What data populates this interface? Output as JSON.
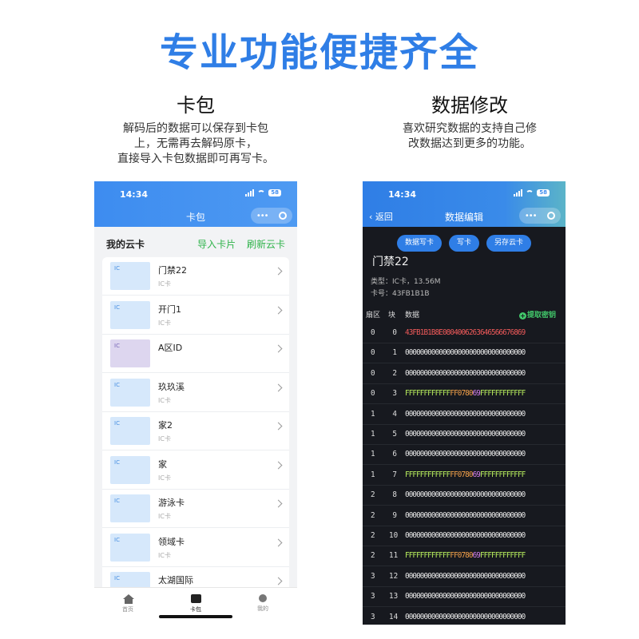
{
  "headline": "专业功能便捷齐全",
  "features": {
    "left": {
      "title": "卡包",
      "desc": [
        "解码后的数据可以保存到卡包",
        "上，无需再去解码原卡，",
        "直接导入卡包数据即可再写卡。"
      ]
    },
    "right": {
      "title": "数据修改",
      "desc": [
        "喜欢研究数据的支持自己修",
        "改数据达到更多的功能。"
      ]
    }
  },
  "phone_wallet": {
    "status_time": "14:34",
    "battery": "58",
    "nav_title": "卡包",
    "capsule_dots": "•••",
    "section_title": "我的云卡",
    "import_link": "导入卡片",
    "refresh_link": "刷新云卡",
    "cards": [
      {
        "thumb": "IC",
        "name": "门禁22",
        "type": "IC卡",
        "tint": "blue"
      },
      {
        "thumb": "IC",
        "name": "开门1",
        "type": "IC卡",
        "tint": "blue"
      },
      {
        "thumb": "IC",
        "name": "A区ID",
        "type": "",
        "tint": "purple"
      },
      {
        "thumb": "IC",
        "name": "玖玖溪",
        "type": "IC卡",
        "tint": "blue"
      },
      {
        "thumb": "IC",
        "name": "家2",
        "type": "IC卡",
        "tint": "blue"
      },
      {
        "thumb": "IC",
        "name": "家",
        "type": "IC卡",
        "tint": "blue"
      },
      {
        "thumb": "IC",
        "name": "游泳卡",
        "type": "IC卡",
        "tint": "blue"
      },
      {
        "thumb": "IC",
        "name": "领域卡",
        "type": "IC卡",
        "tint": "blue"
      },
      {
        "thumb": "IC",
        "name": "太湖国际",
        "type": "",
        "tint": "blue"
      }
    ],
    "tabs": {
      "home": "首页",
      "cards": "卡包",
      "mine": "我的"
    }
  },
  "phone_editor": {
    "status_time": "14:34",
    "battery": "58",
    "back_label": "返回",
    "nav_title": "数据编辑",
    "capsule_dots": "•••",
    "buttons": [
      "数据写卡",
      "写卡",
      "另存云卡"
    ],
    "card_title": "门禁22",
    "type_line": "类型：IC卡，13.56M",
    "number_line": "卡号：43FB1B1B",
    "columns": {
      "sector": "扇区",
      "block": "块",
      "data": "数据"
    },
    "extract_action": "提取密钥",
    "rows": [
      {
        "sector": "0",
        "block": "0",
        "kind": "red",
        "hex": "43FB1B1B8E08040062636465666768​69"
      },
      {
        "sector": "0",
        "block": "1",
        "kind": "plain",
        "hex": "00000000000000000000000000000000"
      },
      {
        "sector": "0",
        "block": "2",
        "kind": "plain",
        "hex": "00000000000000000000000000000000"
      },
      {
        "sector": "0",
        "block": "3",
        "kind": "trailer",
        "key_a": "FFFFFFFFFFFF",
        "access": "FF0780",
        "gpb": "69",
        "key_b": "FFFFFFFFFFFF"
      },
      {
        "sector": "1",
        "block": "4",
        "kind": "plain",
        "hex": "00000000000000000000000000000000"
      },
      {
        "sector": "1",
        "block": "5",
        "kind": "plain",
        "hex": "00000000000000000000000000000000"
      },
      {
        "sector": "1",
        "block": "6",
        "kind": "plain",
        "hex": "00000000000000000000000000000000"
      },
      {
        "sector": "1",
        "block": "7",
        "kind": "trailer",
        "key_a": "FFFFFFFFFFFF",
        "access": "FF0780",
        "gpb": "69",
        "key_b": "FFFFFFFFFFFF"
      },
      {
        "sector": "2",
        "block": "8",
        "kind": "plain",
        "hex": "00000000000000000000000000000000"
      },
      {
        "sector": "2",
        "block": "9",
        "kind": "plain",
        "hex": "00000000000000000000000000000000"
      },
      {
        "sector": "2",
        "block": "10",
        "kind": "plain",
        "hex": "00000000000000000000000000000000"
      },
      {
        "sector": "2",
        "block": "11",
        "kind": "trailer",
        "key_a": "FFFFFFFFFFFF",
        "access": "FF0780",
        "gpb": "69",
        "key_b": "FFFFFFFFFFFF"
      },
      {
        "sector": "3",
        "block": "12",
        "kind": "plain",
        "hex": "00000000000000000000000000000000"
      },
      {
        "sector": "3",
        "block": "13",
        "kind": "plain",
        "hex": "00000000000000000000000000000000"
      },
      {
        "sector": "3",
        "block": "14",
        "kind": "plain",
        "hex": "00000000000000000000000000000000"
      }
    ]
  },
  "colors": {
    "accent_blue": "#2f7ee6",
    "link_green": "#2fb34a",
    "key_green": "#b9ef5e",
    "access_orange": "#f3a14a",
    "gpb_purple": "#d983f0",
    "uid_red": "#f05a5a"
  }
}
